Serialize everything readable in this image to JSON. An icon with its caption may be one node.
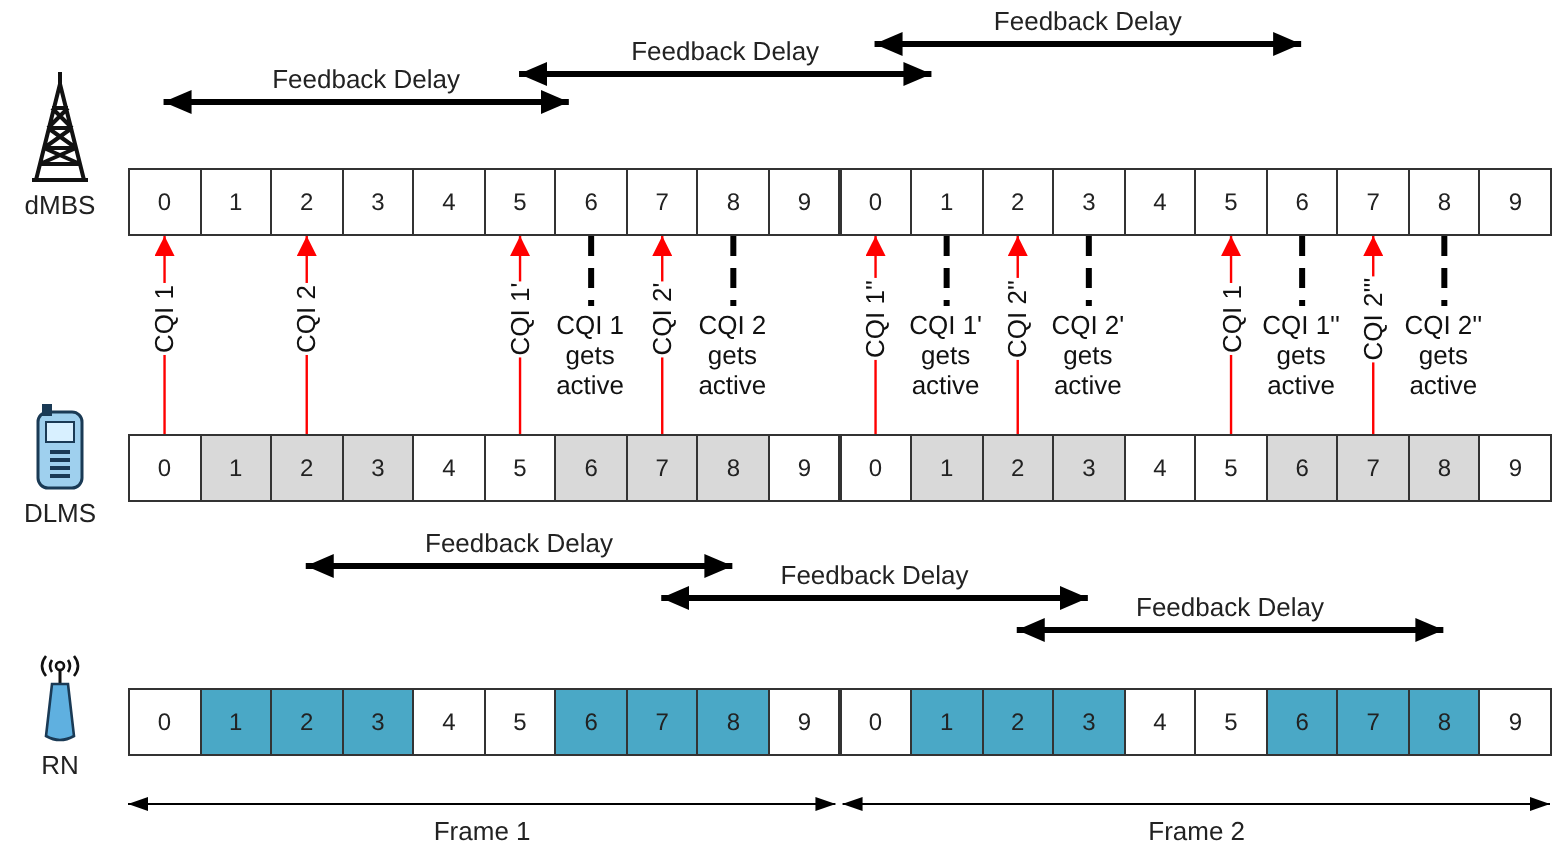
{
  "diagram": {
    "nodes": [
      {
        "text": [
          "dMBS"
        ]
      },
      {
        "text": [
          "DLMS"
        ]
      },
      {
        "text": [
          "RN"
        ]
      },
      {
        "text": [
          "0"
        ]
      },
      {
        "text": [
          "1"
        ]
      },
      {
        "text": [
          "2"
        ]
      },
      {
        "text": [
          "3"
        ]
      },
      {
        "text": [
          "4"
        ]
      },
      {
        "text": [
          "5"
        ]
      },
      {
        "text": [
          "6"
        ]
      },
      {
        "text": [
          "7"
        ]
      },
      {
        "text": [
          "8"
        ]
      },
      {
        "text": [
          "9"
        ]
      },
      {
        "text": [
          "0"
        ]
      },
      {
        "text": [
          "1"
        ]
      },
      {
        "text": [
          "2"
        ]
      },
      {
        "text": [
          "3"
        ]
      },
      {
        "text": [
          "4"
        ]
      },
      {
        "text": [
          "5"
        ]
      },
      {
        "text": [
          "6"
        ]
      },
      {
        "text": [
          "7"
        ]
      },
      {
        "text": [
          "8"
        ]
      },
      {
        "text": [
          "9"
        ]
      },
      {
        "text": [
          "0"
        ]
      },
      {
        "text": [
          "1"
        ]
      },
      {
        "text": [
          "2"
        ]
      },
      {
        "text": [
          "3"
        ]
      },
      {
        "text": [
          "4"
        ]
      },
      {
        "text": [
          "5"
        ]
      },
      {
        "text": [
          "6"
        ]
      },
      {
        "text": [
          "7"
        ]
      },
      {
        "text": [
          "8"
        ]
      },
      {
        "text": [
          "9"
        ]
      },
      {
        "text": [
          "0"
        ]
      },
      {
        "text": [
          "1"
        ]
      },
      {
        "text": [
          "2"
        ]
      },
      {
        "text": [
          "3"
        ]
      },
      {
        "text": [
          "4"
        ]
      },
      {
        "text": [
          "5"
        ]
      },
      {
        "text": [
          "6"
        ]
      },
      {
        "text": [
          "7"
        ]
      },
      {
        "text": [
          "8"
        ]
      },
      {
        "text": [
          "9"
        ]
      },
      {
        "text": [
          "0"
        ]
      },
      {
        "text": [
          "1"
        ]
      },
      {
        "text": [
          "2"
        ]
      },
      {
        "text": [
          "3"
        ]
      },
      {
        "text": [
          "4"
        ]
      },
      {
        "text": [
          "5"
        ]
      },
      {
        "text": [
          "6"
        ]
      },
      {
        "text": [
          "7"
        ]
      },
      {
        "text": [
          "8"
        ]
      },
      {
        "text": [
          "9"
        ]
      },
      {
        "text": [
          "0"
        ]
      },
      {
        "text": [
          "1"
        ]
      },
      {
        "text": [
          "2"
        ]
      },
      {
        "text": [
          "3"
        ]
      },
      {
        "text": [
          "4"
        ]
      },
      {
        "text": [
          "5"
        ]
      },
      {
        "text": [
          "6"
        ]
      },
      {
        "text": [
          "7"
        ]
      },
      {
        "text": [
          "8"
        ]
      },
      {
        "text": [
          "9"
        ]
      },
      {
        "text": [
          "CQI 1 gets active"
        ]
      },
      {
        "text": [
          "CQI 2 gets active"
        ]
      },
      {
        "text": [
          "CQI 1' gets active"
        ]
      },
      {
        "text": [
          "CQI 2' gets active"
        ]
      },
      {
        "text": [
          "CQI 1'' gets active"
        ]
      },
      {
        "text": [
          "CQI 2'' gets active"
        ]
      }
    ],
    "edges": [
      {
        "from": 23,
        "to": 3,
        "arrow": "to",
        "label": "CQI 1"
      },
      {
        "from": 25,
        "to": 5,
        "arrow": "to",
        "label": "CQI 2"
      },
      {
        "from": 28,
        "to": 8,
        "arrow": "to",
        "label": "CQI 1'"
      },
      {
        "from": 9,
        "to": 63,
        "arrow": "none",
        "style": "dashed",
        "color": "#000000"
      },
      {
        "from": 30,
        "to": 10,
        "arrow": "to",
        "label": "CQI 2'"
      },
      {
        "from": 11,
        "to": 64,
        "arrow": "none",
        "style": "dashed",
        "color": "#000000"
      },
      {
        "from": 33,
        "to": 13,
        "arrow": "to",
        "label": "CQI 1''"
      },
      {
        "from": 14,
        "to": 65,
        "arrow": "none",
        "style": "dashed",
        "color": "#000000"
      },
      {
        "from": 35,
        "to": 15,
        "arrow": "to",
        "label": "CQI 2''"
      },
      {
        "from": 16,
        "to": 66,
        "arrow": "none",
        "style": "dashed",
        "color": "#000000"
      },
      {
        "from": 38,
        "to": 18,
        "arrow": "to",
        "label": "CQI 1"
      },
      {
        "from": 19,
        "to": 67,
        "arrow": "none",
        "style": "dashed",
        "color": "#000000"
      },
      {
        "from": 40,
        "to": 20,
        "arrow": "to",
        "label": "CQI 2'''"
      },
      {
        "from": 21,
        "to": 68,
        "arrow": "none",
        "style": "dashed",
        "color": "#000000"
      }
    ],
    "labels": [
      "Feedback Delay",
      "Feedback Delay",
      "Feedback Delay",
      "Feedback Delay",
      "Feedback Delay",
      "Feedback Delay",
      "Frame 1",
      "Frame 2"
    ]
  }
}
